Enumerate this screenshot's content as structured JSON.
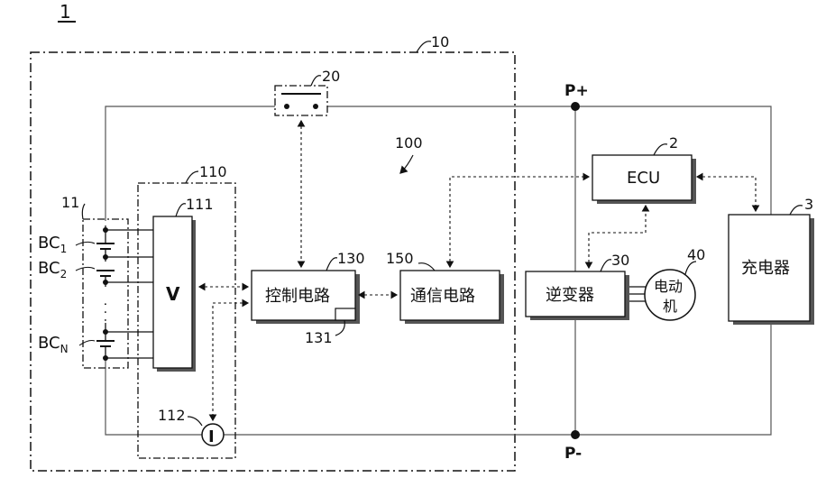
{
  "figure": {
    "figure_number": "1",
    "labels": {
      "system": "10",
      "relay": "20",
      "bms": "100",
      "voltage_unit_group": "110",
      "voltage_unit": "111",
      "current_sensor": "112",
      "control_circuit_ref": "130",
      "memory_ref": "131",
      "comm_circuit_ref": "150",
      "battery_pack": "11",
      "ecu_ref": "2",
      "charger_ref": "3",
      "inverter_ref": "30",
      "motor_ref": "40"
    },
    "cells": {
      "bc1": "BC",
      "bc1_sub": "1",
      "bc2": "BC",
      "bc2_sub": "2",
      "bcn": "BC",
      "bcn_sub": "N"
    },
    "blocks": {
      "voltage": "V",
      "control": "控制电路",
      "comm": "通信电路",
      "ecu": "ECU",
      "inverter": "逆变器",
      "motor_line1": "电动",
      "motor_line2": "机",
      "charger": "充电器",
      "current": "I"
    },
    "terminals": {
      "pos": "P+",
      "neg": "P-"
    },
    "ellipsis": "· · ·"
  }
}
